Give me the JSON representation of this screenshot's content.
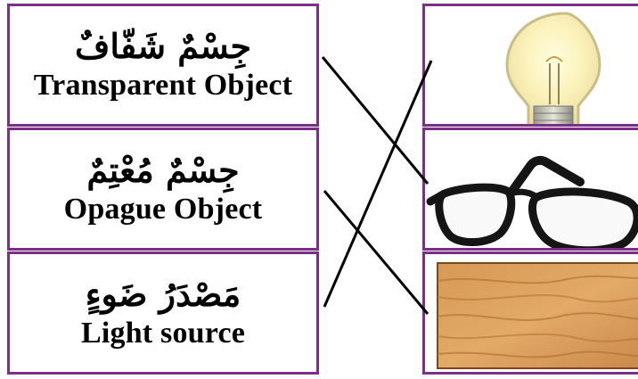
{
  "items": [
    {
      "arabic": "جِسْمٌ شَفّافٌ",
      "english": "Transparent Object"
    },
    {
      "arabic": "جِسْمٌ مُعْتِمٌ",
      "english": "Opague Object"
    },
    {
      "arabic": "مَصْدَرُ ضَوءٍ",
      "english": "Light source"
    }
  ],
  "pictures": [
    {
      "icon": "light-bulb-icon"
    },
    {
      "icon": "eyeglasses-icon"
    },
    {
      "icon": "wood-board-icon"
    }
  ],
  "colors": {
    "border": "#7b2f86",
    "line": "#000000"
  }
}
